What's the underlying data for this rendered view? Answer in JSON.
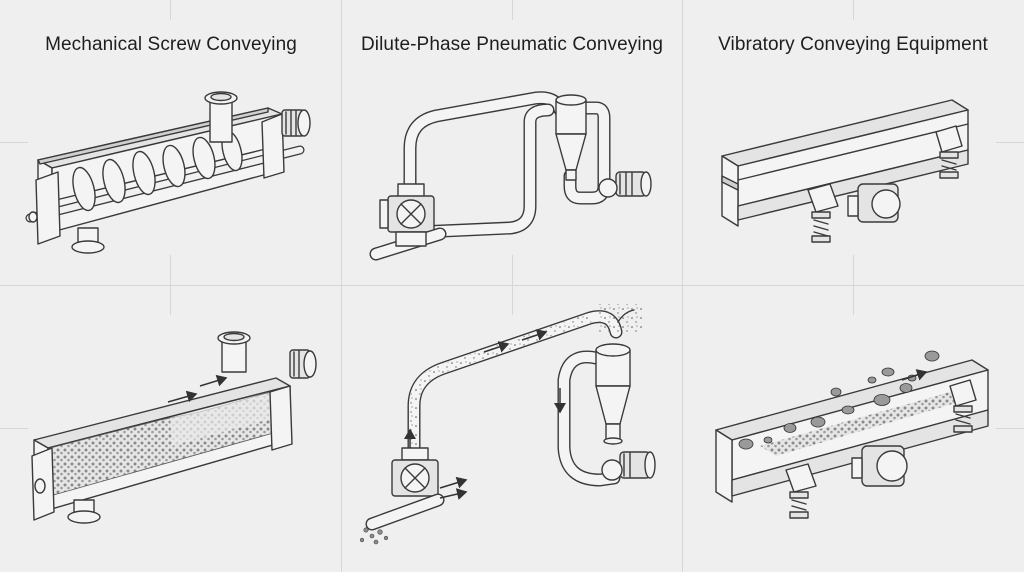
{
  "panels": [
    {
      "title": "Mechanical Screw Conveying"
    },
    {
      "title": "Dilute-Phase Pneumatic Conveying"
    },
    {
      "title": "Vibratory Conveying Equipment"
    }
  ]
}
